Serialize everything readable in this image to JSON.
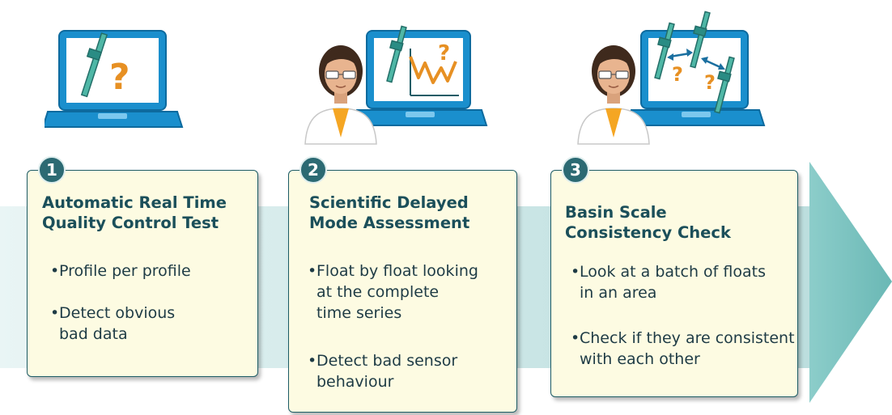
{
  "steps": [
    {
      "number": "1",
      "title_line1": "Automatic Real Time",
      "title_line2": "Quality Control Test",
      "bullet1_line1": "Profile per profile",
      "bullet2_line1": "Detect obvious",
      "bullet2_line2": "bad data"
    },
    {
      "number": "2",
      "title_line1": "Scientific Delayed",
      "title_line2": "Mode Assessment",
      "bullet1_line1": "Float by float looking",
      "bullet1_line2": "at the complete",
      "bullet1_line3": "time series",
      "bullet2_line1": "Detect bad sensor",
      "bullet2_line2": "behaviour"
    },
    {
      "number": "3",
      "title_line1": "Basin Scale",
      "title_line2": "Consistency Check",
      "bullet1_line1": "Look at a batch of floats",
      "bullet1_line2": "in an area",
      "bullet2_line1": "Check if they are consistent",
      "bullet2_line2": "with each other"
    }
  ],
  "icons": [
    "laptop-icon",
    "float-probe-icon",
    "question-mark-icon",
    "scientist-icon",
    "line-chart-icon",
    "double-arrow-icon",
    "process-arrow"
  ],
  "colors": {
    "accent_teal": "#2c6a73",
    "box_fill": "#fdfbe2",
    "laptop_blue": "#1a8fcd",
    "question_orange": "#e79023",
    "arrow_teal": "#7cc3c0"
  }
}
